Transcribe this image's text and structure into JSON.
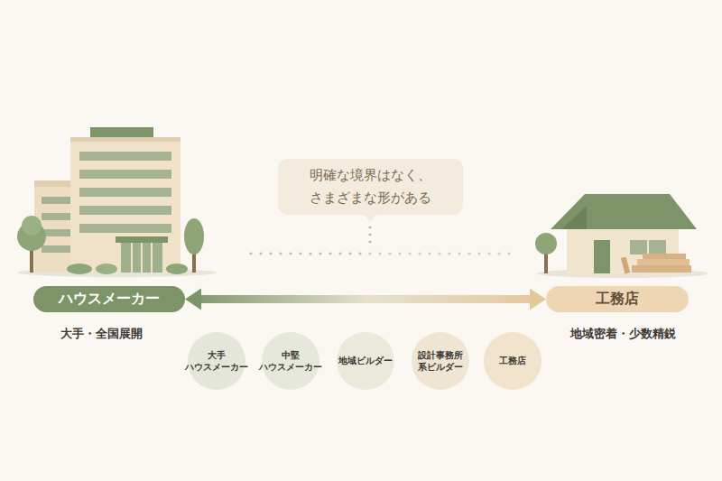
{
  "diagram": {
    "nodes": [
      {
        "text": [
          "明確な境界はなく、 さまざまな形がある"
        ]
      },
      {
        "text": [
          "ハウスメーカー"
        ]
      },
      {
        "text": [
          "工務店"
        ]
      },
      {
        "text": [
          "大手 ハウスメーカー"
        ]
      },
      {
        "text": [
          "中堅 ハウスメーカー"
        ]
      },
      {
        "text": [
          "地域ビルダー"
        ]
      },
      {
        "text": [
          "設計事務所 系ビルダー"
        ]
      },
      {
        "text": [
          "工務店"
        ]
      }
    ],
    "edges": [
      {
        "from": 1,
        "to": 2,
        "arrow": "both"
      }
    ],
    "labels": [
      "大手・全国展開",
      "地域密着・少数精鋭"
    ]
  }
}
